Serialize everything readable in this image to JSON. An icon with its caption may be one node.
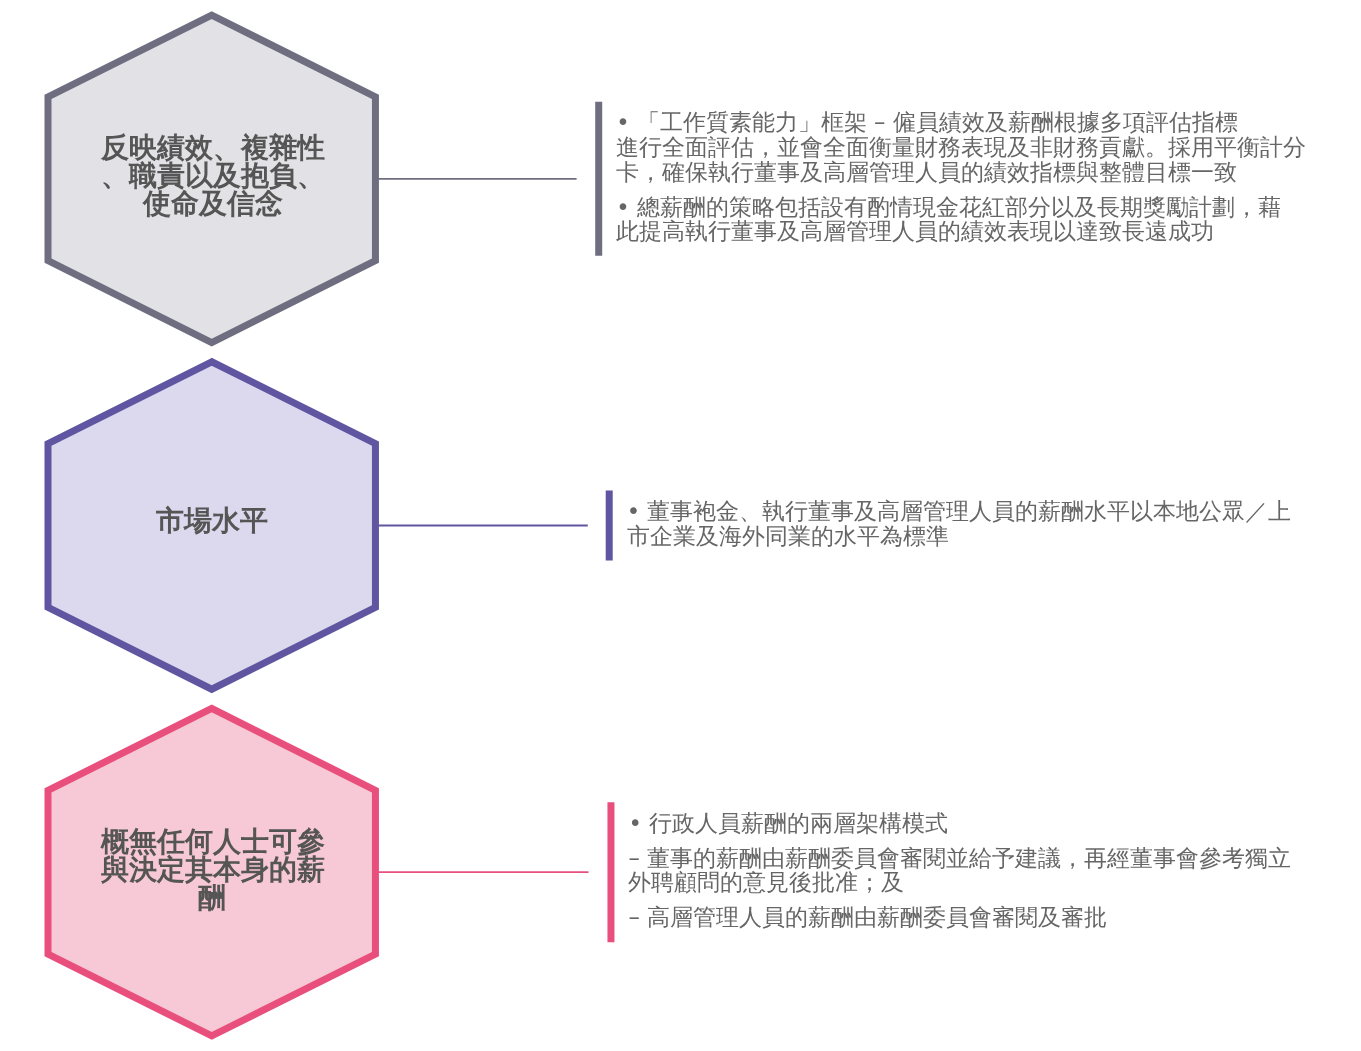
{
  "diagram": {
    "nodes": [
      {
        "text": [
          "概無任何人士可參與決定其本身的薪酬"
        ]
      },
      {
        "text": [
          "市場水平"
        ]
      },
      {
        "text": [
          "反映績效、複雜性、職責以及抱負、使命及信念"
        ]
      },
      {
        "text": [
          "• 行政人員薪酬的兩層架構模式",
          "– 董事的薪酬由薪酬委員會審閱並給予建議，再經董事會參考獨立外聘顧問的意見後批准；及",
          "– 高層管理人員的薪酬由薪酬委員會審閱及審批"
        ]
      },
      {
        "text": [
          "• 董事袍金、執行董事及高層管理人員的薪酬水平以本地公眾／上市企業及海外同業的水平為標準"
        ]
      },
      {
        "text": [
          "• 「工作質素能力」框架 – 僱員績效及薪酬根據多項評估指標進行全面評估，並會全面衡量財務表現及非財務貢獻。採用平衡計分卡，確保執行董事及高層管理人員的績效指標與整體目標一致",
          "• 總薪酬的策略包括設有酌情現金花紅部分以及長期獎勵計劃，藉此提高執行董事及高層管理人員的績效表現以達致長遠成功"
        ]
      }
    ],
    "edges": [
      {
        "from": 0,
        "to": 3,
        "arrow": "none",
        "color": "#e94f7c"
      },
      {
        "from": 1,
        "to": 4,
        "arrow": "none",
        "color": "#5f55a0"
      },
      {
        "from": 2,
        "to": 5,
        "arrow": "none",
        "color": "#6e6e80"
      }
    ]
  }
}
